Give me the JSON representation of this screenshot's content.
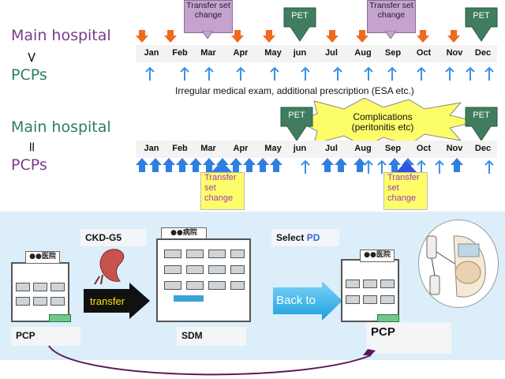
{
  "section1": {
    "top_label": "Main hospital",
    "relation": ">",
    "bottom_label": "PCPs",
    "months": [
      "Jan",
      "Feb",
      "Mar",
      "Apr",
      "May",
      "jun",
      "Jul",
      "Aug",
      "Sep",
      "Oct",
      "Nov",
      "Dec"
    ],
    "transfer_label_1": "Transfer set change",
    "transfer_label_2": "Transfer set change",
    "pet_1": "PET",
    "pet_2": "PET",
    "note": "Irregular medical exam, additional prescription (ESA etc.)"
  },
  "section2": {
    "top_label": "Main hospital",
    "relation": "=",
    "bottom_label": "PCPs",
    "months": [
      "Jan",
      "Feb",
      "Mar",
      "Apr",
      "May",
      "jun",
      "Jul",
      "Aug",
      "Sep",
      "Oct",
      "Nov",
      "Dec"
    ],
    "pet_1": "PET",
    "pet_2": "PET",
    "complications": "Complications (peritonitis etc)",
    "transfer_label_1": "Transfer set change",
    "transfer_label_2": "Transfer set change"
  },
  "bottom": {
    "ckd_label": "CKD-G5",
    "transfer_label": "transfer",
    "back_label": "Back to",
    "select_prefix": "Select ",
    "select_pd": "PD",
    "pcp_left": "PCP",
    "sdm": "SDM",
    "pcp_right": "PCP",
    "sign_left": "●●医院",
    "sign_mid": "●●病院",
    "sign_right": "●●医院"
  },
  "colors": {
    "purple": "#7b3a8c",
    "green": "#2e7d5b",
    "orange": "#ef6a1d",
    "blue": "#3b92e6",
    "pet_green": "#3f7d5e",
    "panel_bg": "#dbeefa"
  }
}
